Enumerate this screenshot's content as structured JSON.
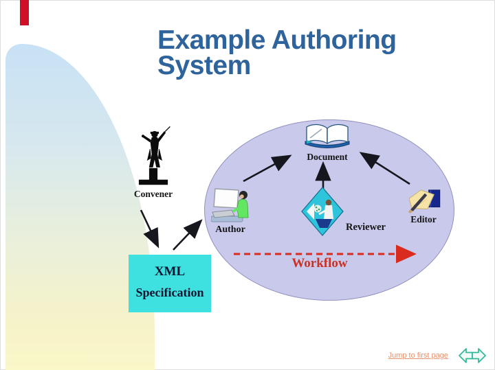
{
  "title": {
    "line1": "Example Authoring",
    "line2": "System"
  },
  "diagram": {
    "convener": "Convener",
    "document": "Document",
    "author": "Author",
    "reviewer": "Reviewer",
    "editor": "Editor",
    "xml_line1": "XML",
    "xml_line2": "Specification",
    "workflow": "Workflow"
  },
  "footer": {
    "jump_link": "Jump to first page"
  },
  "icons": {
    "convener": "conductor-silhouette-icon",
    "document": "open-book-icon",
    "author": "person-at-computer-icon",
    "reviewer": "diamond-reviewer-icon",
    "editor": "pencil-and-paper-icon",
    "nav": "back-forward-arrows-icon"
  },
  "colors": {
    "title_blue": "#2F639B",
    "xml_box_cyan": "#3EE0E0",
    "ellipse_lavender": "#C9C9EC",
    "workflow_red": "#D92C1E",
    "link_salmon": "#E6906B",
    "nav_teal": "#2FB798",
    "dome_top_blue": "#C7E1F5",
    "dome_bottom_yellow": "#FAF7C9",
    "accent_bar_red": "#CF1127"
  }
}
